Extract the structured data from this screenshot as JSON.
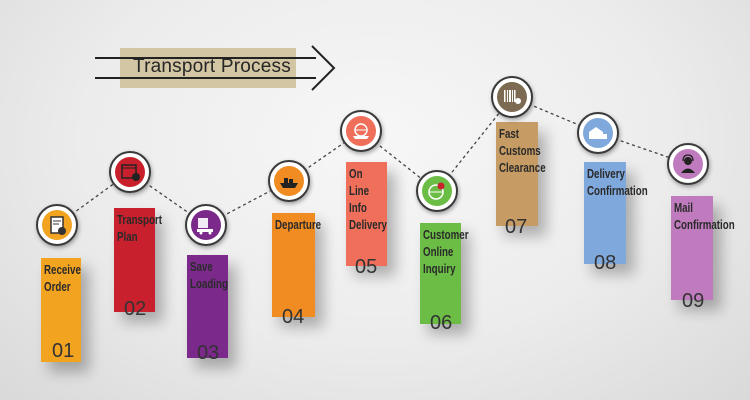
{
  "title": "Transport Process",
  "steps": [
    {
      "label": "Receive\nOrder",
      "number": "01",
      "color": "#f2a320",
      "icon": "clipboard-check-icon"
    },
    {
      "label": "Transport\nPlan",
      "number": "02",
      "color": "#c8202c",
      "icon": "calendar-clock-icon"
    },
    {
      "label": "Save\nLoading",
      "number": "03",
      "color": "#7b2a8c",
      "icon": "loading-truck-icon"
    },
    {
      "label": "Departure",
      "number": "04",
      "color": "#f08c22",
      "icon": "cargo-ship-icon"
    },
    {
      "label": "On Line\nInfo\nDelivery",
      "number": "05",
      "color": "#ef6f5a",
      "icon": "globe-ship-icon"
    },
    {
      "label": "Customer\nOnline\nInquiry",
      "number": "06",
      "color": "#6cbd45",
      "icon": "globe-pin-icon"
    },
    {
      "label": "Fast\nCustoms\nClearance",
      "number": "07",
      "color": "#c79b64",
      "icon": "barcode-icon"
    },
    {
      "label": "Delivery\nConfirmation",
      "number": "08",
      "color": "#7fa8dc",
      "icon": "warehouse-truck-icon"
    },
    {
      "label": "Mail\nConfirmation",
      "number": "09",
      "color": "#c07bbf",
      "icon": "support-agent-icon"
    }
  ]
}
